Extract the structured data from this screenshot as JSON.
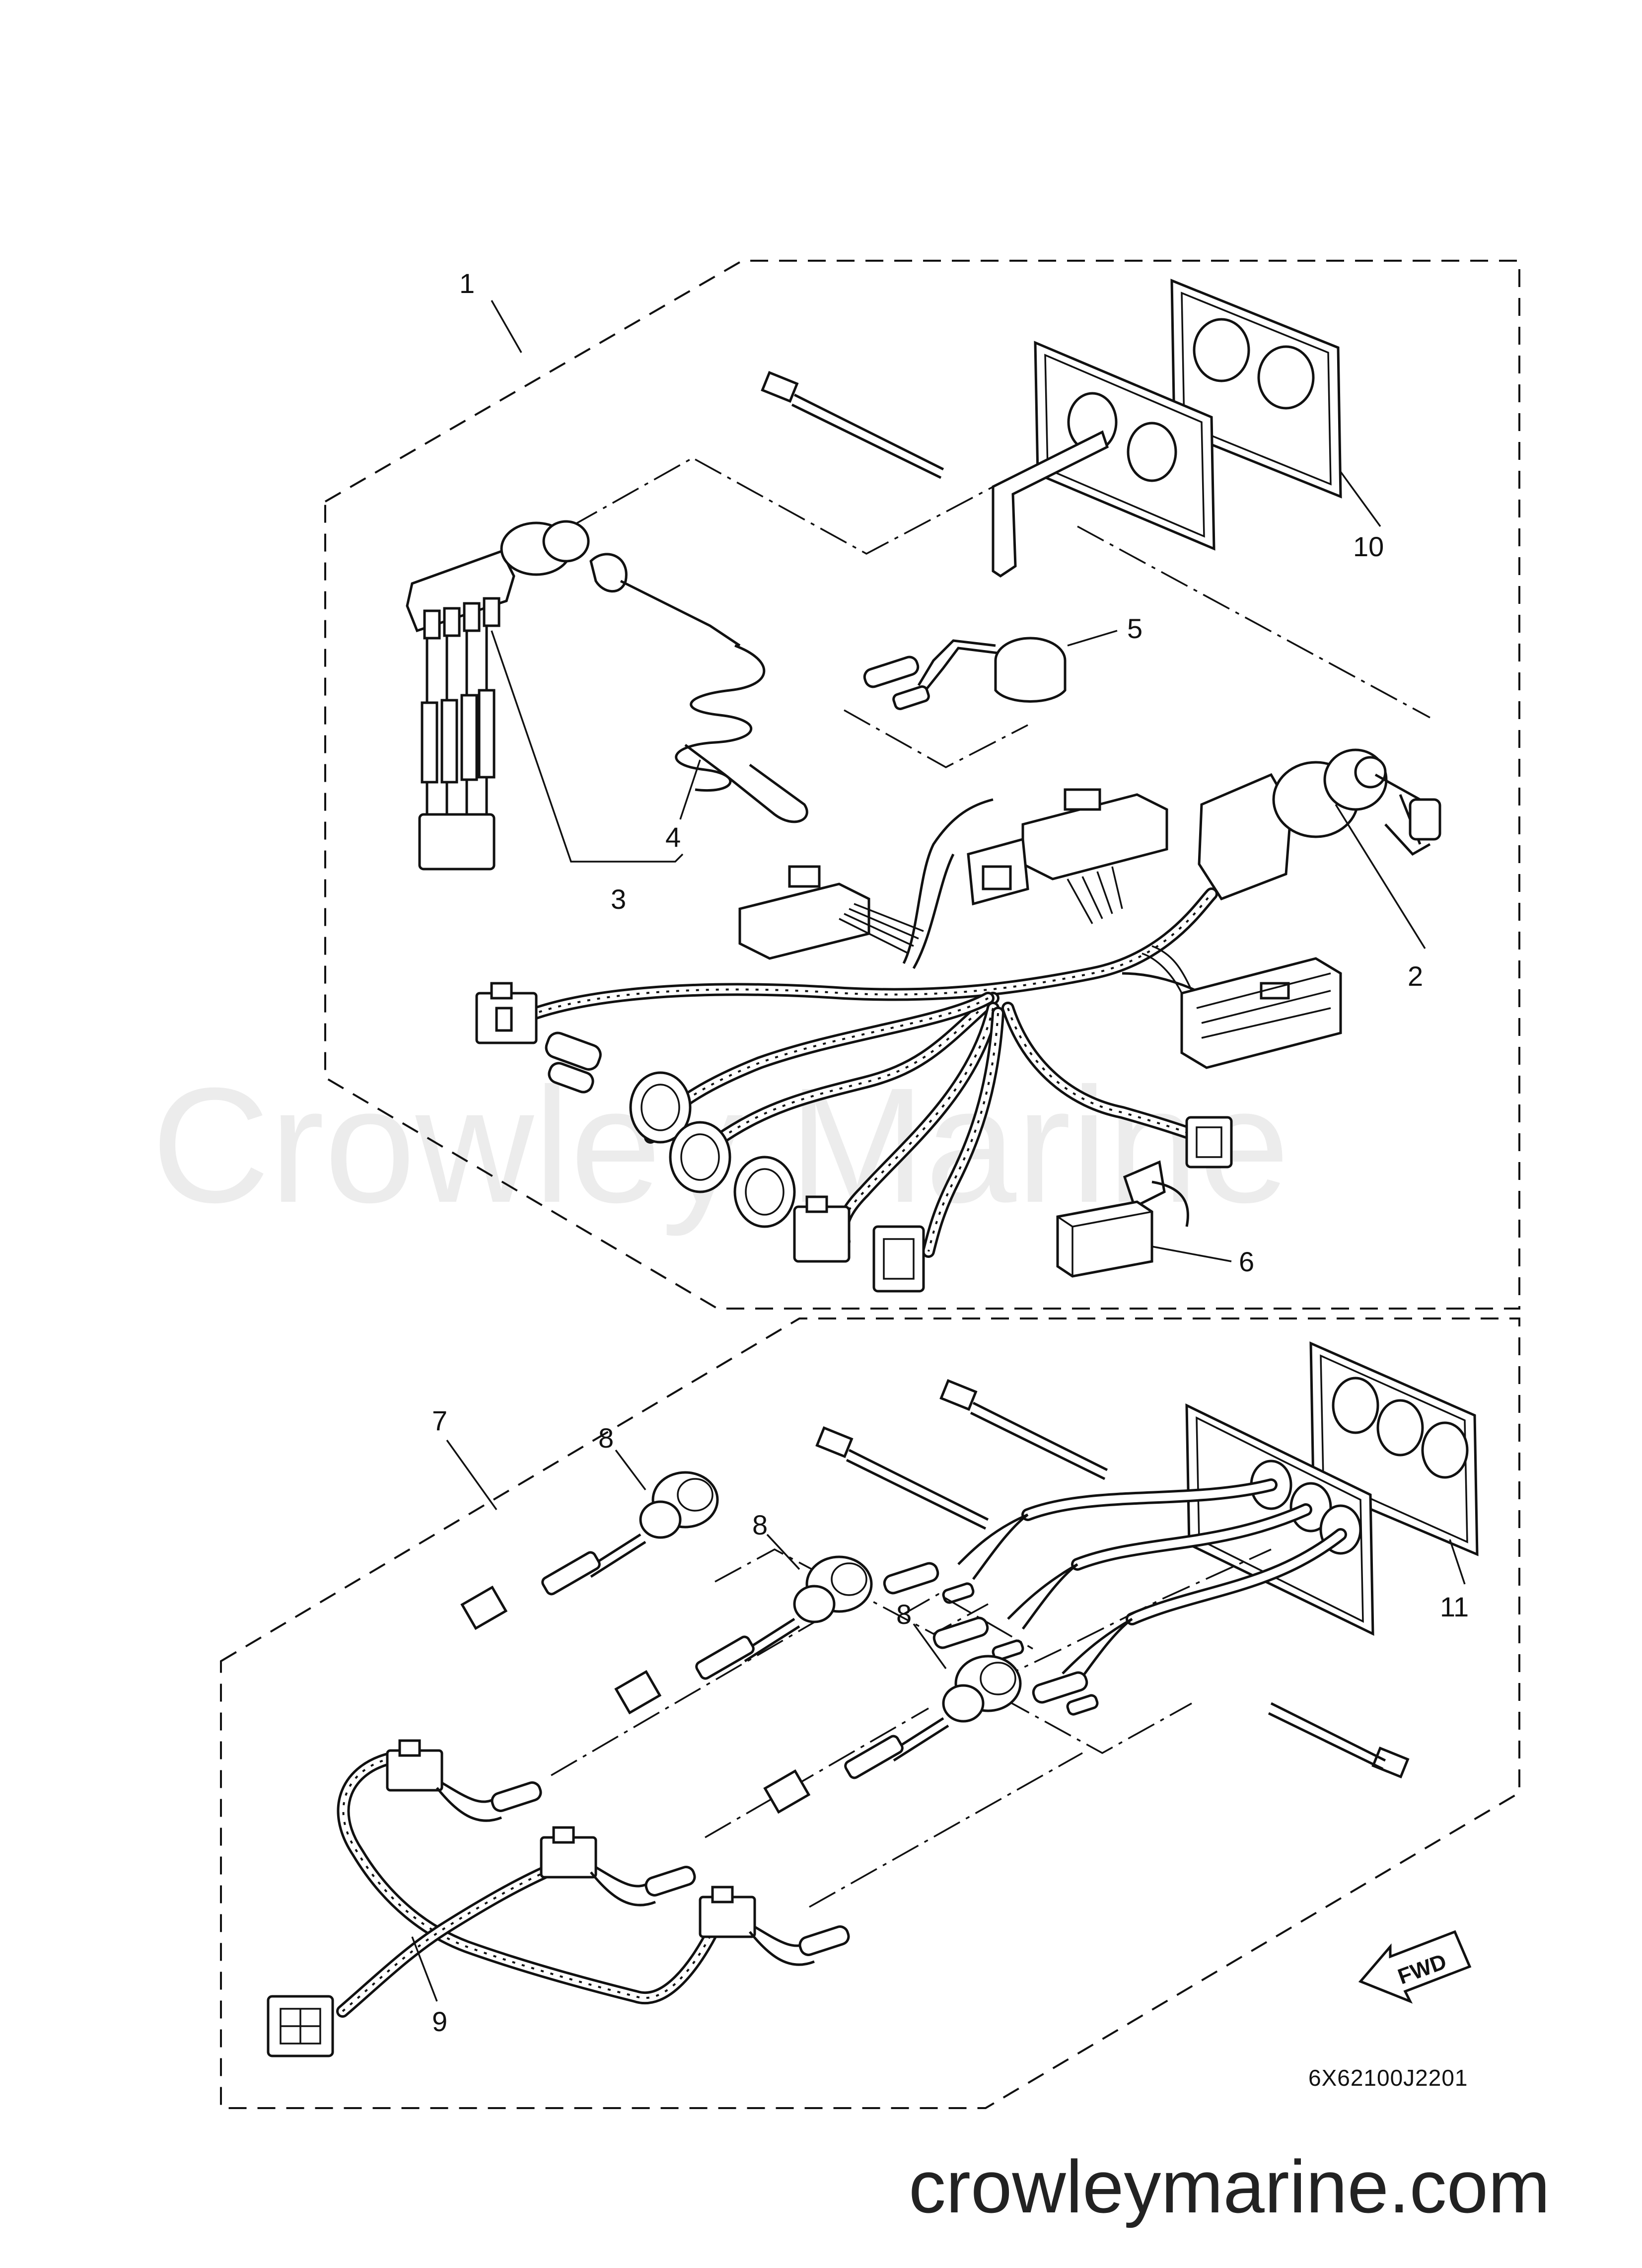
{
  "diagram": {
    "callouts": {
      "c1": "1",
      "c2": "2",
      "c3": "3",
      "c4": "4",
      "c5": "5",
      "c6": "6",
      "c7": "7",
      "c8a": "8",
      "c8b": "8",
      "c8c": "8",
      "c9": "9",
      "c10": "10",
      "c11": "11"
    },
    "drawing_code": "6X62100J2201",
    "fwd_label": "FWD",
    "watermark": "Crowley Marine",
    "website": "crowleymarine.com"
  }
}
